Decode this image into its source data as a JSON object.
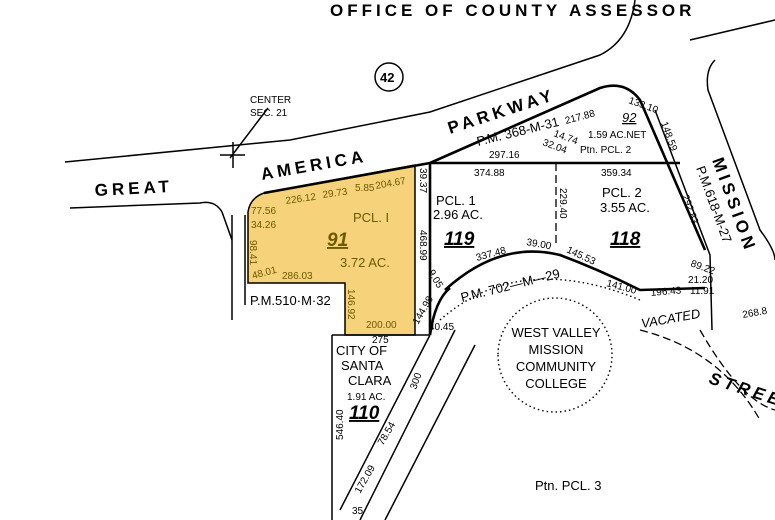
{
  "header": {
    "title": "OFFICE OF COUNTY ASSESSOR"
  },
  "colors": {
    "highlight_parcel": "#f6d27a",
    "line": "#000000",
    "dimension_text": "#6b5a00"
  },
  "map_page": "42",
  "section_corner": {
    "line1": "CENTER",
    "line2": "SEC. 21"
  },
  "streets": {
    "great": "GREAT",
    "america": "AMERICA",
    "parkway": "PARKWAY",
    "mission": "MISSION",
    "street": "STREET",
    "vacated": "VACATED"
  },
  "plat_refs": {
    "pm368": "P.M. 368-M-31",
    "pm510": "P.M.510·M·32",
    "pm618": "P.M.618-M-27",
    "pm702": "P.M. 702—M—29"
  },
  "parcels": {
    "p91": {
      "pcl": "PCL. I",
      "number": "91",
      "area": "3.72 AC."
    },
    "p119": {
      "pcl": "PCL. 1",
      "number": "119",
      "area": "2.96 AC."
    },
    "p118": {
      "pcl": "PCL. 2",
      "number": "118",
      "area": "3.55 AC."
    },
    "p92": {
      "number": "92",
      "area": "1.59 AC.NET",
      "pcl": "Ptn. PCL. 2"
    },
    "p110": {
      "owner1": "CITY OF",
      "owner2": "SANTA",
      "owner3": "CLARA",
      "area": "1.91 AC.",
      "number": "110"
    },
    "college": {
      "line1": "WEST VALLEY",
      "line2": "MISSION",
      "line3": "COMMUNITY",
      "line4": "COLLEGE"
    },
    "pcl3": "Ptn. PCL. 3"
  },
  "dimensions": {
    "d1": "77.56",
    "d2": "34.26",
    "d3": "226.12",
    "d4": "29.73",
    "d5": "5.85",
    "d6": "204.67",
    "d7": "98.41",
    "d8": "48.01",
    "d9": "286.03",
    "d10": "146.92",
    "d11": "200.00",
    "d12": "39.37",
    "d13": "468.99",
    "d14": "9.05",
    "d15": "144.98",
    "d16": "40.45",
    "d17": "275",
    "d18": "374.88",
    "d19": "297.16",
    "d20": "359.34",
    "d21": "229.40",
    "d22": "217.88",
    "d23": "14.74",
    "d24": "32.04",
    "d25": "133.10",
    "d26": "148.59",
    "d27": "292.83",
    "d28": "337.48",
    "d29": "39.00",
    "d30": "145.53",
    "d31": "141.00",
    "d32": "196.43",
    "d33": "89.22",
    "d34": "21.20",
    "d35": "11.91",
    "d36": "268.8",
    "d37": "300",
    "d38": "546.40",
    "d39": "78.54",
    "d40": "172.09",
    "d41": "35"
  }
}
